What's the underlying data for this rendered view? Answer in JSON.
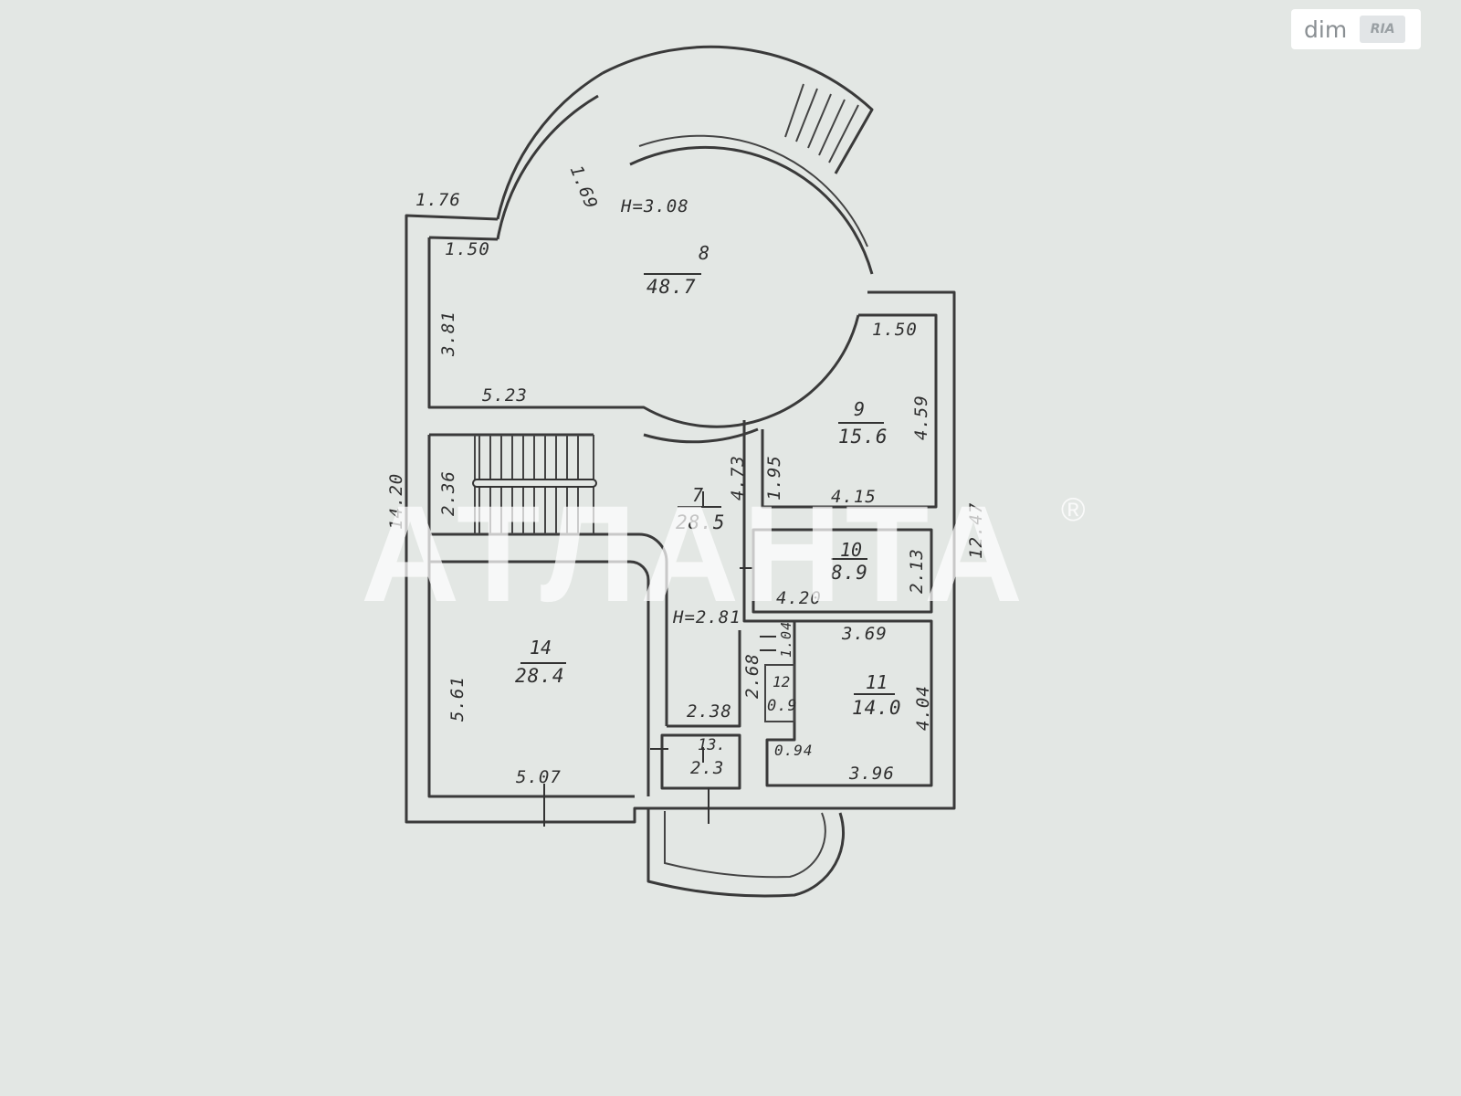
{
  "floor_plan": {
    "rooms": [
      {
        "number": "8",
        "area": "48.7"
      },
      {
        "number": "9",
        "area": "15.6"
      },
      {
        "number": "7",
        "area": "28.5"
      },
      {
        "number": "10",
        "area": "8.9"
      },
      {
        "number": "14",
        "area": "28.4"
      },
      {
        "number": "11",
        "area": "14.0"
      },
      {
        "number": "12",
        "area": "0.9"
      },
      {
        "number": "13.",
        "area": "2.3"
      }
    ],
    "ceiling_heights": [
      "H=3.08",
      "H=2.81"
    ],
    "dimensions": {
      "d_1_69": "1.69",
      "d_1_76": "1.76",
      "d_1_50_top": "1.50",
      "d_3_81": "3.81",
      "d_5_23": "5.23",
      "d_1_50_r9": "1.50",
      "d_4_59": "4.59",
      "d_14_20": "14.20",
      "d_2_36": "2.36",
      "d_4_73": "4.73",
      "d_1_95": "1.95",
      "d_4_15": "4.15",
      "d_12_47": "12.47",
      "d_2_13": "2.13",
      "d_4_20": "4.20",
      "d_3_69": "3.69",
      "d_1_04": "1.04",
      "d_2_68": "2.68",
      "d_5_61": "5.61",
      "d_2_38": "2.38",
      "d_4_04": "4.04",
      "d_0_94": "0.94",
      "d_5_07": "5.07",
      "d_3_96": "3.96"
    }
  },
  "watermark": {
    "text": "АТЛАНТА",
    "mark": "®"
  },
  "logo": {
    "text": "dim",
    "sub": "RIA"
  }
}
